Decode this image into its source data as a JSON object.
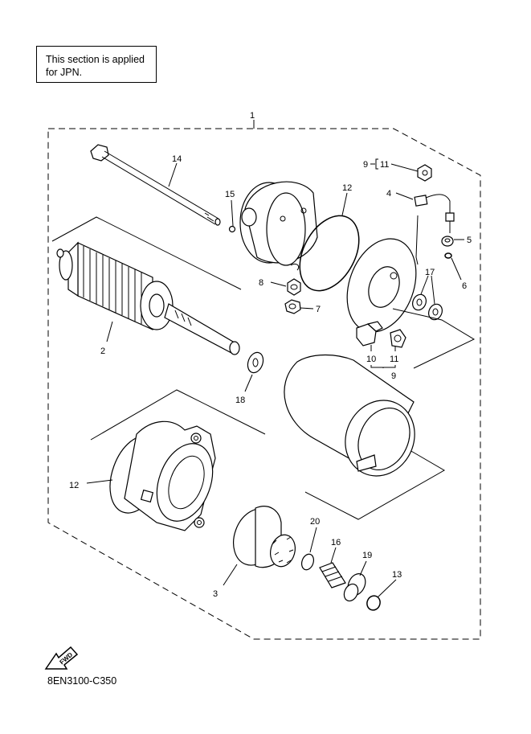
{
  "note": {
    "line1": "This section is applied",
    "line2": "for JPN."
  },
  "diagram_code": "8EN3100-C350",
  "fwd_label": "FWD",
  "parts": {
    "p1": "1",
    "p2": "2",
    "p3": "3",
    "p4": "4",
    "p5": "5",
    "p6": "6",
    "p7": "7",
    "p8": "8",
    "p9a": "9",
    "p9b": "9",
    "p10": "10",
    "p11a": "11",
    "p11b": "11",
    "p12a": "12",
    "p12b": "12",
    "p13": "13",
    "p14": "14",
    "p15": "15",
    "p16": "16",
    "p17": "17",
    "p18": "18",
    "p19": "19",
    "p20": "20"
  }
}
